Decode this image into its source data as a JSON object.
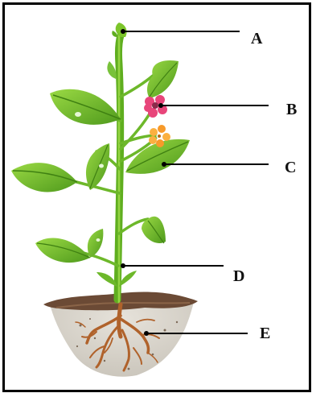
{
  "diagram": {
    "labels": [
      {
        "id": "A",
        "text": "A",
        "part": "shoot-tip"
      },
      {
        "id": "B",
        "text": "B",
        "part": "flower"
      },
      {
        "id": "C",
        "text": "C",
        "part": "leaf"
      },
      {
        "id": "D",
        "text": "D",
        "part": "stem"
      },
      {
        "id": "E",
        "text": "E",
        "part": "root"
      }
    ],
    "colors": {
      "border": "#000000",
      "leaf_dark": "#4f9a1c",
      "leaf_light": "#8fd43a",
      "stem": "#7cc52b",
      "flower_pink": "#e8457a",
      "flower_orange": "#f79a2a",
      "soil_top": "#6b4a35",
      "soil_body": "#d8d4cc",
      "root": "#b0622b",
      "line": "#000000"
    }
  }
}
